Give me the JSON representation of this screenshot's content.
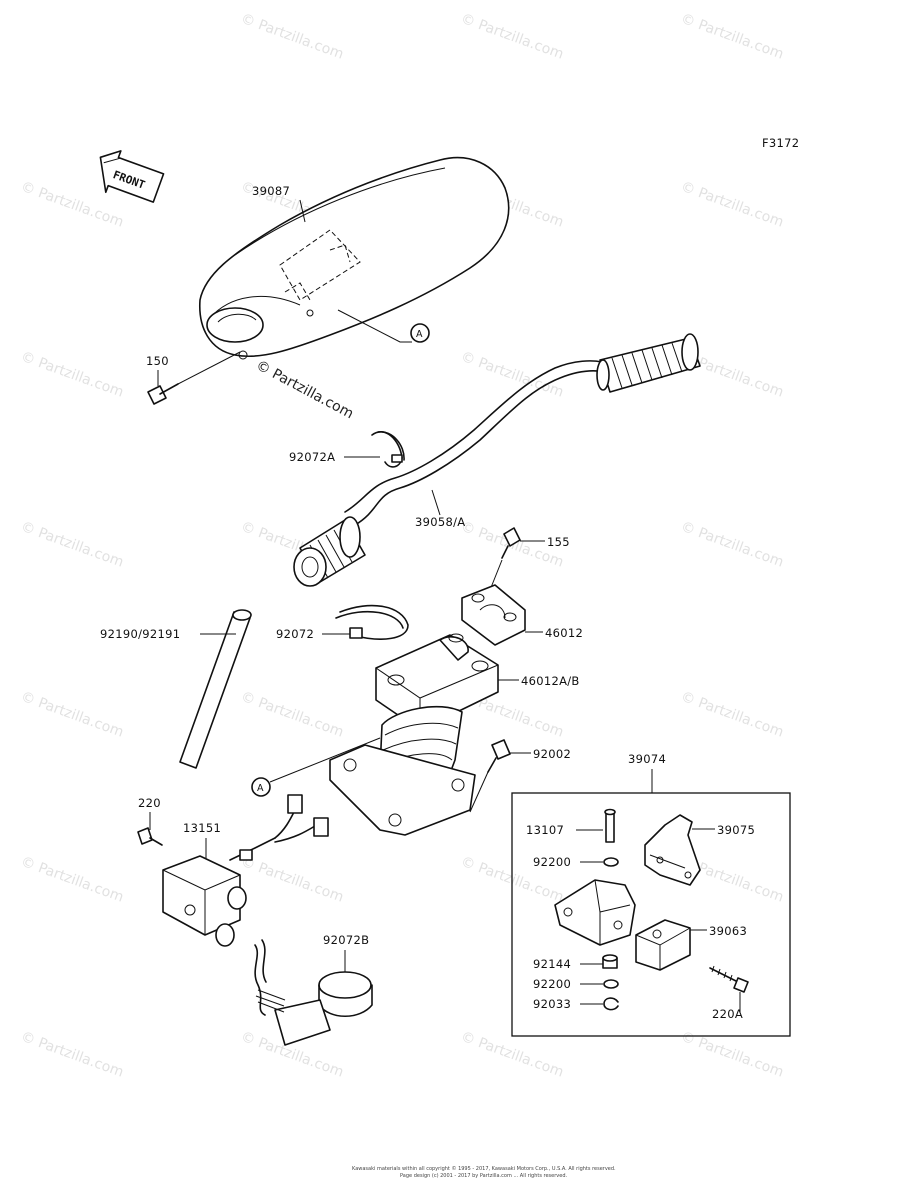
{
  "figure_code": "F3172",
  "front_label": "FRONT",
  "watermark": "© Partzilla.com",
  "copyright_lines": [
    "Kawasaki materials within all copyright © 1995 - 2017, Kawasaki Motors Corp., U.S.A. All rights reserved.",
    "Page design (c) 2001 - 2017 by Partzilla.com ... All rights reserved."
  ],
  "callouts": {
    "ref_a": "A",
    "p39087": "39087",
    "p150": "150",
    "p92072A": "92072A",
    "p39058A": "39058/A",
    "p155": "155",
    "p92190": "92190/92191",
    "p92072": "92072",
    "p46012": "46012",
    "p46012AB": "46012A/B",
    "p92002": "92002",
    "p39074": "39074",
    "p220": "220",
    "p13151": "13151",
    "p13107": "13107",
    "p39075": "39075",
    "p92200a": "92200",
    "p39063": "39063",
    "p92072B": "92072B",
    "p92144": "92144",
    "p92200b": "92200",
    "p92033": "92033",
    "p220A": "220A"
  }
}
